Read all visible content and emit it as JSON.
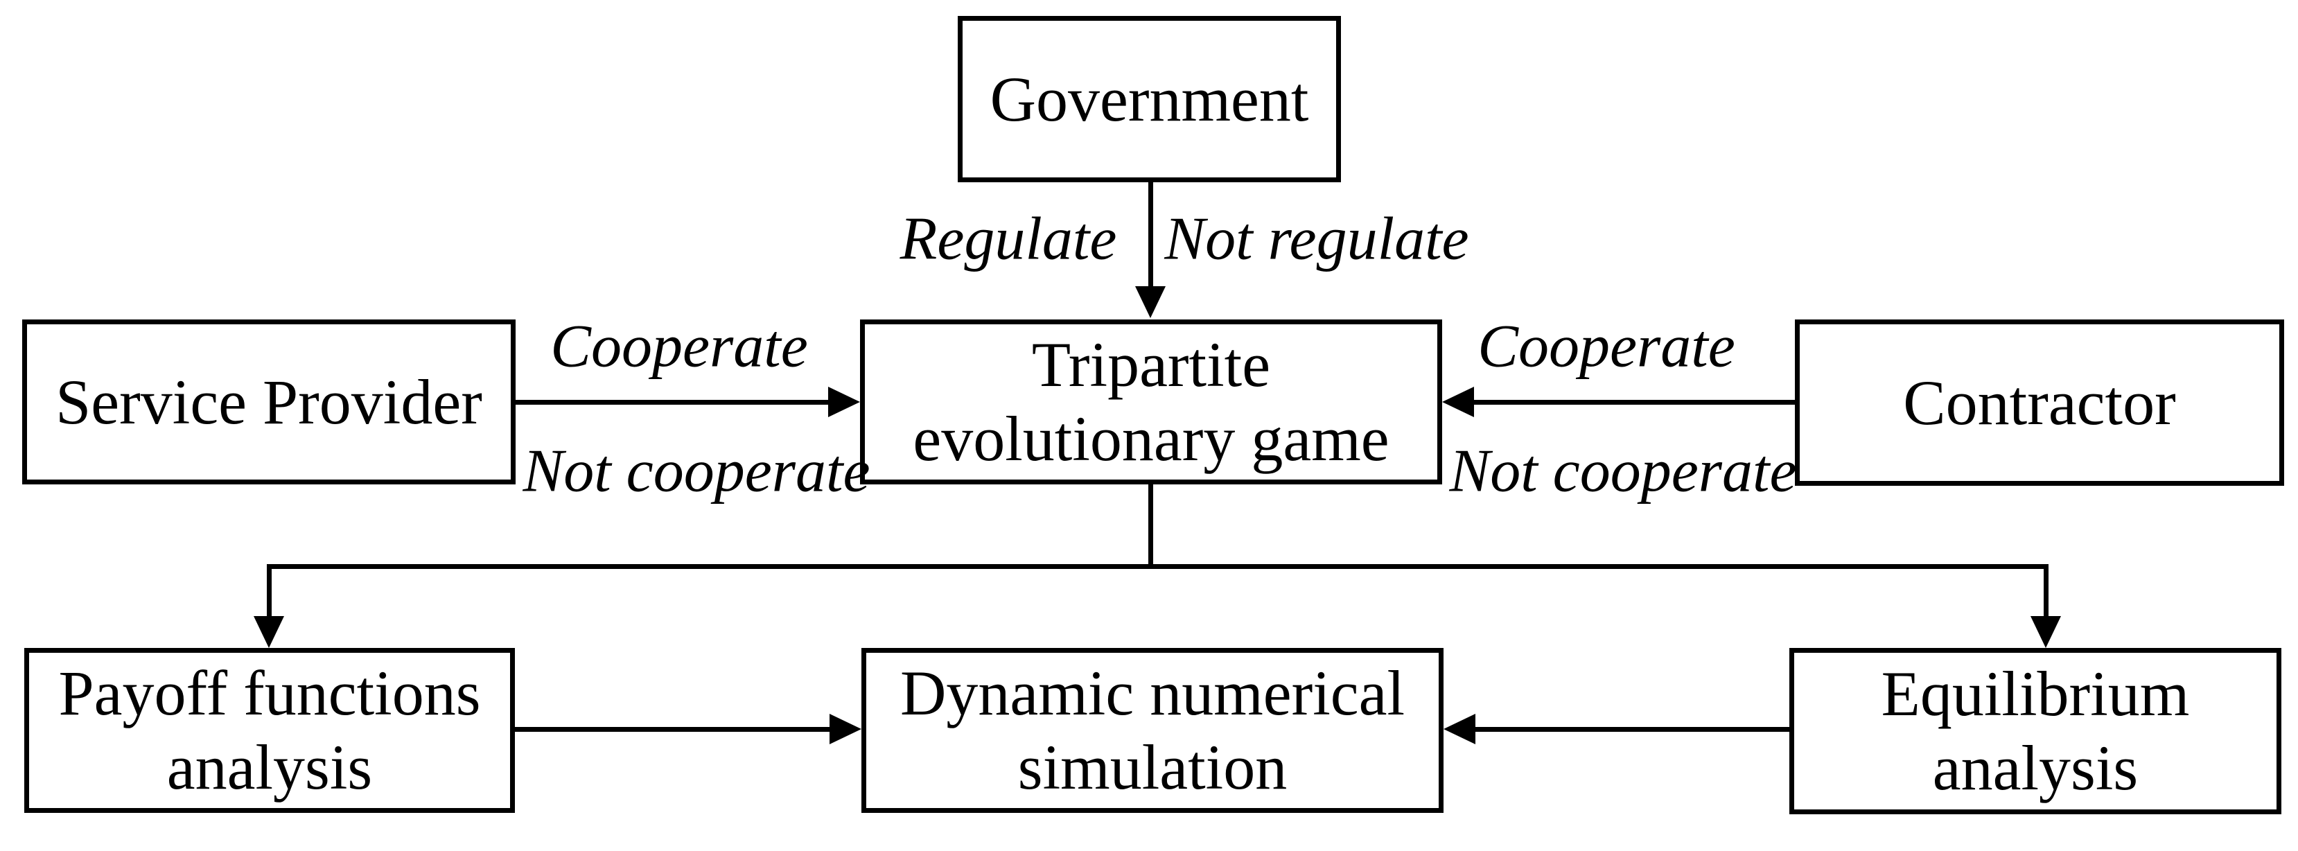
{
  "diagram": {
    "background_color": "#ffffff",
    "line_color": "#000000",
    "text_color": "#000000",
    "nodes": {
      "government": {
        "label": "Government"
      },
      "service_provider": {
        "label": "Service Provider"
      },
      "tripartite": {
        "lines": [
          "Tripartite",
          "evolutionary game"
        ]
      },
      "contractor": {
        "label": "Contractor"
      },
      "payoff": {
        "lines": [
          "Payoff functions",
          "analysis"
        ]
      },
      "dynamic": {
        "lines": [
          "Dynamic numerical",
          "simulation"
        ]
      },
      "equilibrium": {
        "lines": [
          "Equilibrium",
          "analysis"
        ]
      }
    },
    "edge_labels": {
      "regulate": "Regulate",
      "not_regulate": "Not regulate",
      "sp_cooperate": "Cooperate",
      "sp_not_cooperate": "Not cooperate",
      "contractor_cooperate": "Cooperate",
      "contractor_not_cooperate": "Not cooperate"
    }
  }
}
